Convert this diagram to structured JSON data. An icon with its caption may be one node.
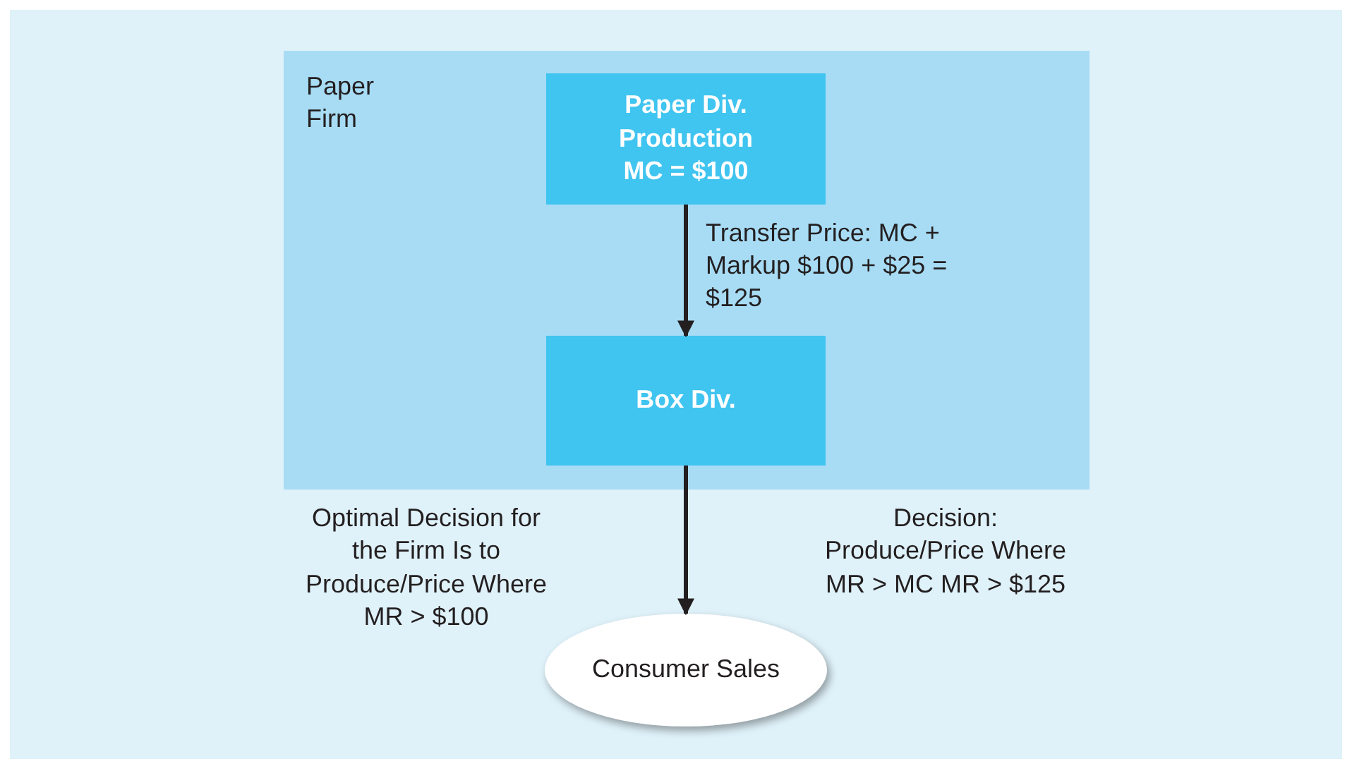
{
  "diagram": {
    "nodes": [
      {
        "text": [
          "Paper Firm"
        ]
      },
      {
        "text": [
          "Paper Div. Production MC = $100"
        ],
        "in": 0
      },
      {
        "text": [
          "Box Div."
        ],
        "in": 0
      },
      {
        "text": [
          "Consumer Sales"
        ]
      }
    ],
    "edges": [
      {
        "from": 1,
        "to": 2,
        "arrow": "to",
        "label": "Transfer Price: MC + Markup $100 + $25 = $125"
      },
      {
        "from": 2,
        "to": 3,
        "arrow": "to"
      }
    ],
    "labels": [
      "Optimal Decision for the Firm Is to Produce/Price Where MR > $100",
      "Decision: Produce/Price Where MR > MC MR > $125"
    ]
  }
}
